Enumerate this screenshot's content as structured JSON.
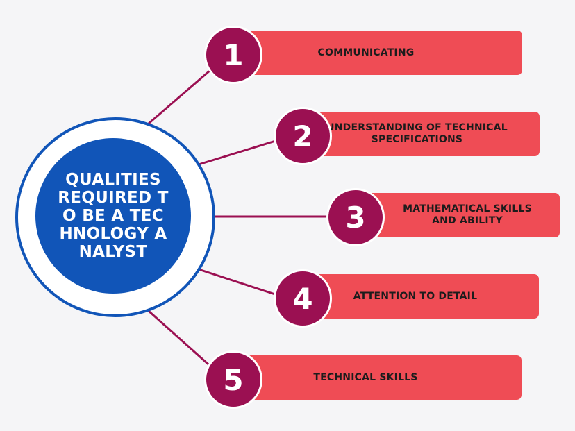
{
  "hub": {
    "title": "QUALITIES REQUIRED TO BE A TECHNOLOGY ANALYST"
  },
  "items": [
    {
      "number": "1",
      "label": "COMMUNICATING"
    },
    {
      "number": "2",
      "label": "UNDERSTANDING OF TECHNICAL SPECIFICATIONS"
    },
    {
      "number": "3",
      "label": "MATHEMATICAL SKILLS AND ABILITY"
    },
    {
      "number": "4",
      "label": "ATTENTION TO DETAIL"
    },
    {
      "number": "5",
      "label": "TECHNICAL SKILLS"
    }
  ],
  "colors": {
    "hub": "#1155b8",
    "badge": "#9b1052",
    "bar": "#ef4c55",
    "connector": "#9b1052",
    "background": "#f5f5f7"
  }
}
